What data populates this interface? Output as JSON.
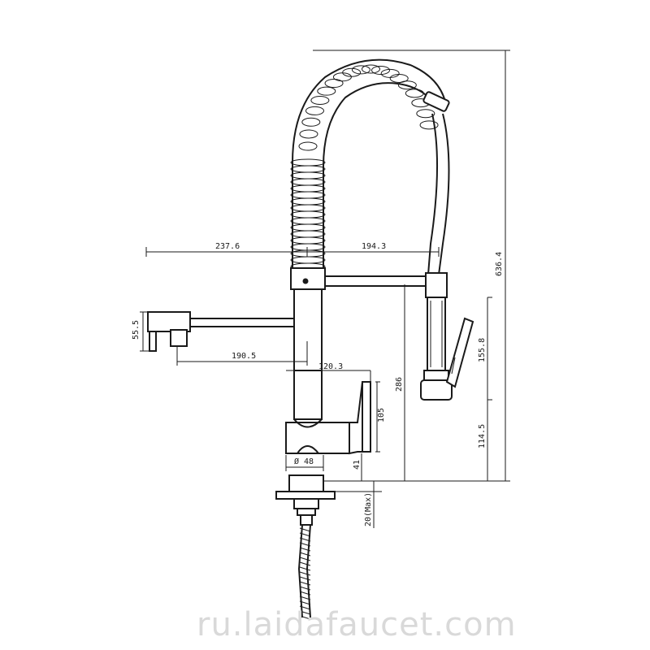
{
  "drawing": {
    "subject": "pull-down spring kitchen faucet",
    "line_color": "#1a1a1a",
    "background": "#ffffff",
    "dimensions": {
      "total_height": "636.4",
      "left_reach": "237.6",
      "right_reach": "194.3",
      "pot_filler_height": "55.5",
      "pot_filler_spout": "190.5",
      "body_reach": "120.3",
      "spray_head_length": "155.8",
      "handle_height": "105",
      "spray_clearance": "286",
      "spray_base_height": "114.5",
      "base_diameter": "Ø 48",
      "base_height": "41",
      "deck_thickness": "20(Max)"
    }
  },
  "watermark": {
    "text": "ru.laidafaucet.com",
    "color": "#d9d9d9"
  }
}
